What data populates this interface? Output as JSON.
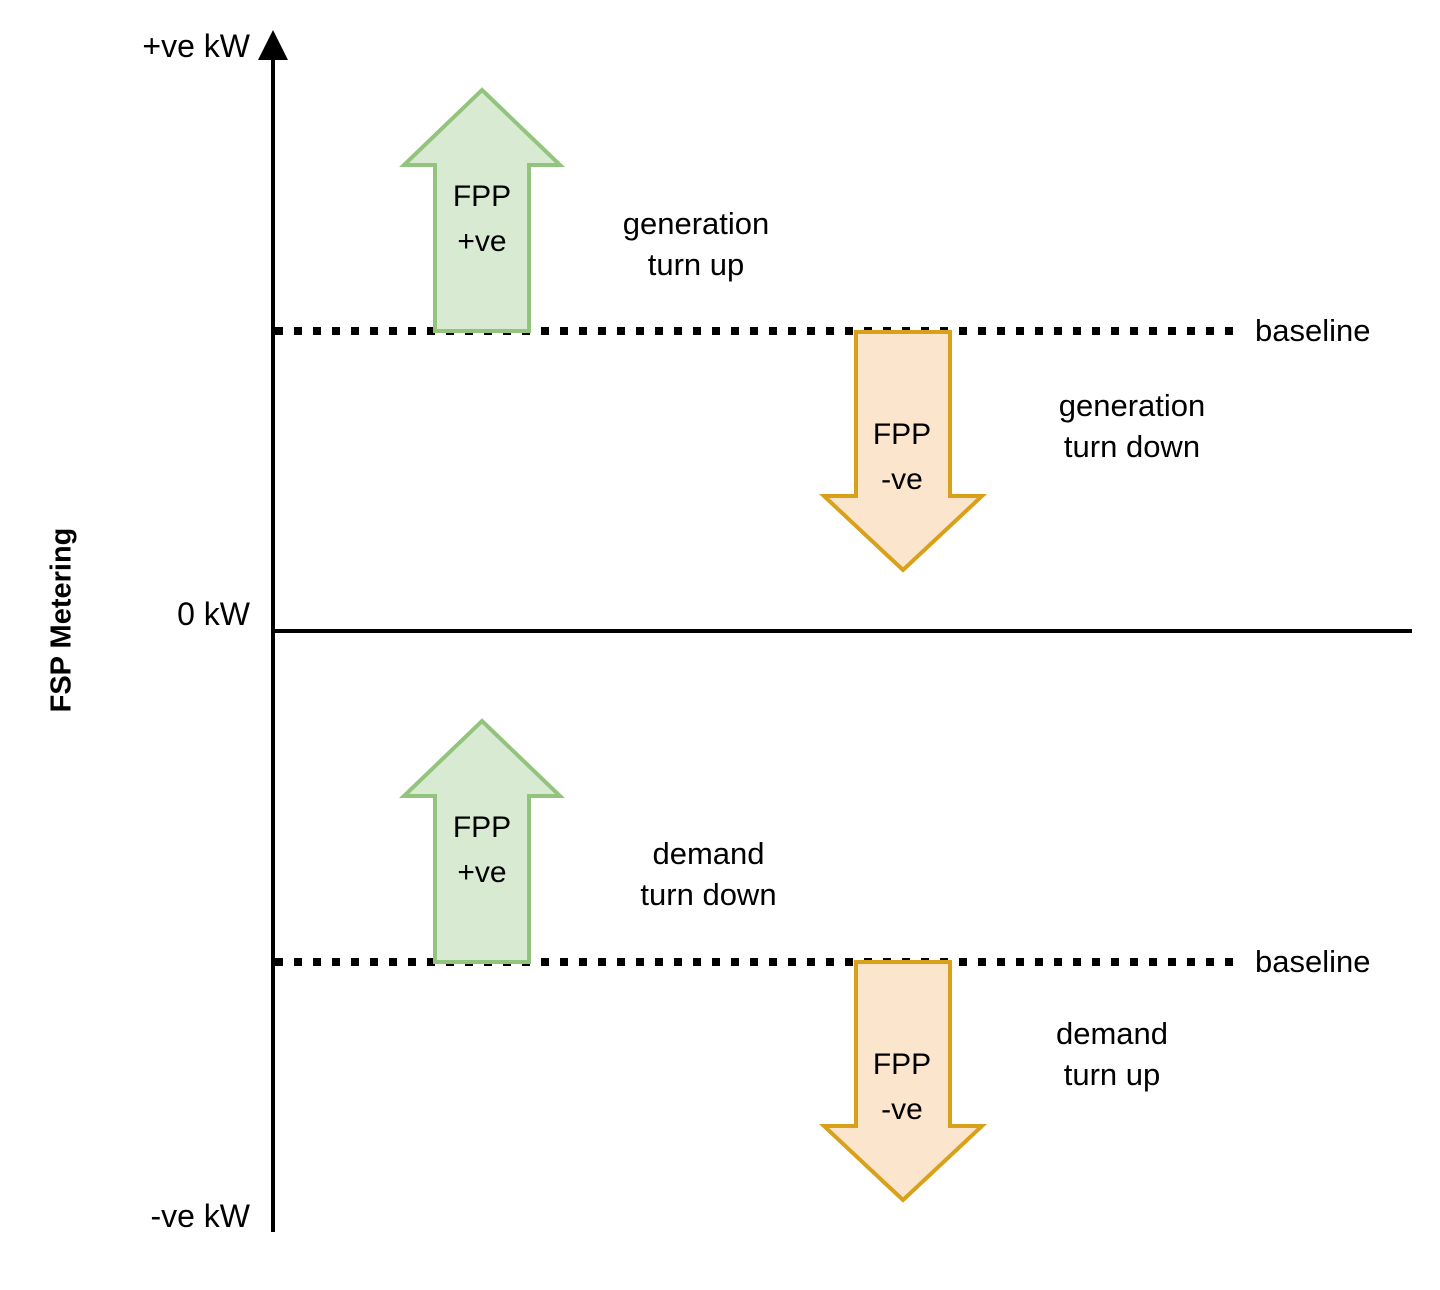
{
  "chart_data": {
    "type": "diagram",
    "title": "",
    "ylabel": "FSP Metering",
    "axis_labels": {
      "top": "+ve kW",
      "middle": "0 kW",
      "bottom": "-ve kW"
    },
    "reference_lines": [
      {
        "label": "baseline",
        "region": "generation",
        "style": "dotted",
        "y_value": "baseline (positive region)"
      },
      {
        "label": "baseline",
        "region": "demand",
        "style": "dotted",
        "y_value": "baseline (negative region)"
      }
    ],
    "arrows": [
      {
        "id": "generation-turn-up",
        "direction": "up",
        "inner_label_line1": "FPP",
        "inner_label_line2": "+ve",
        "side_label_line1": "generation",
        "side_label_line2": "turn up",
        "fill": "#d9ead3",
        "stroke": "#93c47d",
        "from": "baseline",
        "to": "+ve kW"
      },
      {
        "id": "generation-turn-down",
        "direction": "down",
        "inner_label_line1": "FPP",
        "inner_label_line2": "-ve",
        "side_label_line1": "generation",
        "side_label_line2": "turn down",
        "fill": "#fce5cd",
        "stroke": "#d9a019",
        "from": "baseline",
        "to": "0 kW"
      },
      {
        "id": "demand-turn-down",
        "direction": "up",
        "inner_label_line1": "FPP",
        "inner_label_line2": "+ve",
        "side_label_line1": "demand",
        "side_label_line2": "turn down",
        "fill": "#d9ead3",
        "stroke": "#93c47d",
        "from": "baseline",
        "to": "0 kW"
      },
      {
        "id": "demand-turn-up",
        "direction": "down",
        "inner_label_line1": "FPP",
        "inner_label_line2": "-ve",
        "side_label_line1": "demand",
        "side_label_line2": "turn up",
        "fill": "#fce5cd",
        "stroke": "#d9a019",
        "from": "baseline",
        "to": "-ve kW"
      }
    ],
    "colors": {
      "green_fill": "#d9ead3",
      "green_stroke": "#93c47d",
      "orange_fill": "#fce5cd",
      "orange_stroke": "#d9a019",
      "axis": "#000000",
      "background": "#ffffff"
    }
  },
  "axis": {
    "positive_label": "+ve kW",
    "zero_label": "0 kW",
    "negative_label": "-ve kW",
    "y_title": "FSP Metering"
  },
  "baselines": {
    "top_label": "baseline",
    "bottom_label": "baseline"
  },
  "arrows": {
    "generation_turn_up": {
      "fpp": "FPP",
      "sign": "+ve",
      "line1": "generation",
      "line2": "turn up"
    },
    "generation_turn_down": {
      "fpp": "FPP",
      "sign": "-ve",
      "line1": "generation",
      "line2": "turn down"
    },
    "demand_turn_down": {
      "fpp": "FPP",
      "sign": "+ve",
      "line1": "demand",
      "line2": "turn down"
    },
    "demand_turn_up": {
      "fpp": "FPP",
      "sign": "-ve",
      "line1": "demand",
      "line2": "turn up"
    }
  }
}
